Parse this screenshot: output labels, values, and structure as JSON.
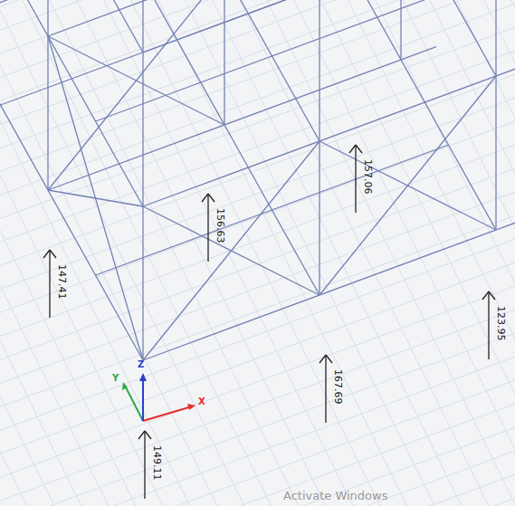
{
  "diagram": {
    "labels": [
      "147.41",
      "156.63",
      "157.06",
      "123.95",
      "167.69",
      "149.11",
      "X",
      "Y",
      "Z",
      "Activate Windows"
    ]
  }
}
